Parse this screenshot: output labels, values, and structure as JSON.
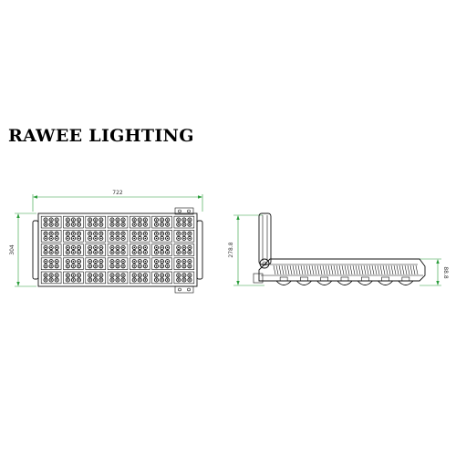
{
  "brand": "RAWEE LIGHTING",
  "front_view": {
    "width_label": "722",
    "height_label": "304",
    "columns": 7,
    "rows": 5
  },
  "side_view": {
    "height_label": "278.8",
    "depth_label": "88.8",
    "fin_count": 7
  },
  "colors": {
    "dimension_lines": "#2a9d3a",
    "outline": "#111111"
  }
}
